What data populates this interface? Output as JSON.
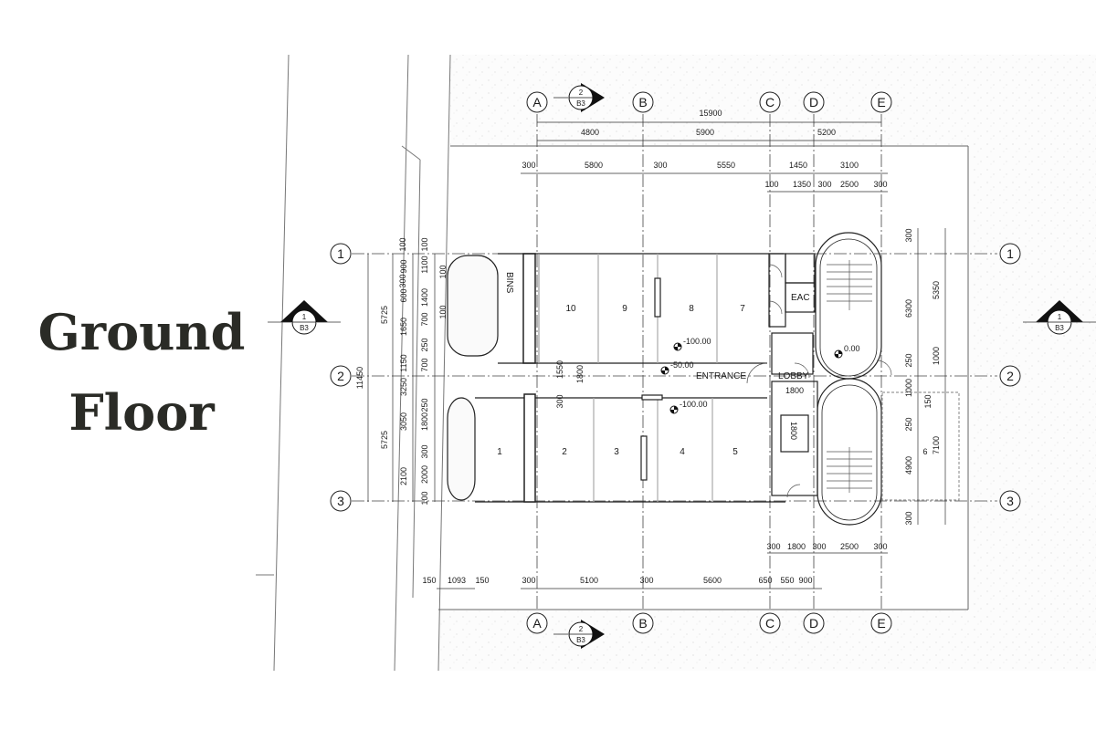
{
  "title": {
    "line1": "Ground",
    "line2": "Floor"
  },
  "grid": {
    "columns": [
      "A",
      "B",
      "C",
      "D",
      "E"
    ],
    "rows": [
      "1",
      "2",
      "3"
    ]
  },
  "section_markers": [
    {
      "number": "2",
      "sheet": "B3"
    },
    {
      "number": "2",
      "sheet": "B3"
    },
    {
      "number": "1",
      "sheet": "B3"
    },
    {
      "number": "1",
      "sheet": "B3"
    }
  ],
  "rooms": [
    "1",
    "2",
    "3",
    "4",
    "5",
    "6",
    "7",
    "8",
    "9",
    "10"
  ],
  "labels": {
    "bins": "BINS",
    "eac": "EAC",
    "lobby": "LOBBY",
    "entrance": "ENTRANCE",
    "lobby_dim": "1800"
  },
  "levels": [
    "-100.00",
    "-50.00",
    "-100.00",
    "0.00"
  ],
  "dims": {
    "top_overall": "15900",
    "top_row1": [
      "4800",
      "5900",
      "5200"
    ],
    "top_row2": [
      "300",
      "5800",
      "300",
      "5550",
      "1450",
      "3100"
    ],
    "top_row3": [
      "100",
      "1350",
      "300",
      "2500",
      "300"
    ],
    "bottom_row1": [
      "300",
      "1800",
      "300",
      "2500",
      "300"
    ],
    "bottom_row2": [
      "150",
      "1093",
      "150",
      "300",
      "5100",
      "300",
      "5600",
      "650",
      "550",
      "900"
    ],
    "left_overall": "11450",
    "left_row1": [
      "5725",
      "5725"
    ],
    "left_row2": [
      "900",
      "600",
      "1650",
      "1150",
      "3250",
      "3050",
      "2100"
    ],
    "left_row3": [
      "100",
      "1100",
      "1400",
      "700",
      "250",
      "700",
      "250",
      "1800",
      "300",
      "2000",
      "100"
    ],
    "left_row4": [
      "100",
      "300",
      "100",
      "100",
      "1550",
      "1800",
      "300"
    ],
    "right_row1": [
      "300",
      "6300",
      "250",
      "1000",
      "150",
      "250",
      "4900",
      "300"
    ],
    "right_row2": [
      "5350",
      "1000",
      "7100"
    ],
    "right_row3": [
      "6"
    ]
  }
}
